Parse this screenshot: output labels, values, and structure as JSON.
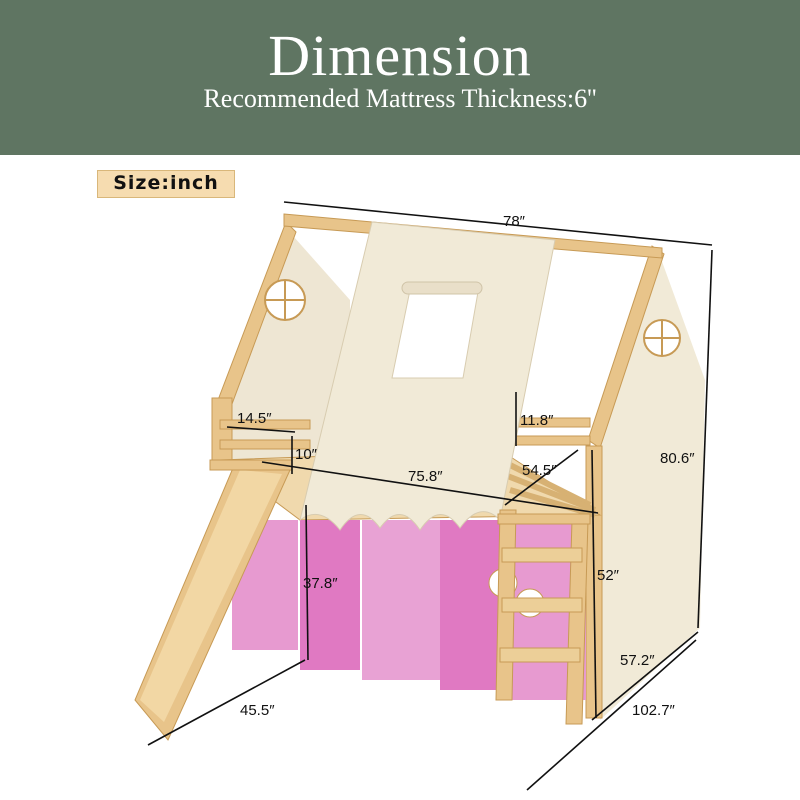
{
  "header": {
    "title": "Dimension",
    "subtitle": "Recommended Mattress Thickness:6''"
  },
  "size_label": "Size:inch",
  "dimensions": {
    "total_length": "78″",
    "total_height": "80.6″",
    "total_depth": "57.2″",
    "overall_length": "102.7″",
    "slide_length": "45.5″",
    "under_bed_height": "37.8″",
    "platform_height": "52″",
    "guardrail_width": "14.5″",
    "guardrail_height": "10″",
    "mattress_length": "75.8″",
    "mattress_width": "54.5″",
    "rail_height": "11.8″"
  },
  "colors": {
    "banner": "#5f7562",
    "wood": "#e8c48a",
    "wood_dark": "#c79a55",
    "canvas": "#eee6d3",
    "curtain_pink": "#e79ad0",
    "tag_bg": "#f6dcb0"
  }
}
